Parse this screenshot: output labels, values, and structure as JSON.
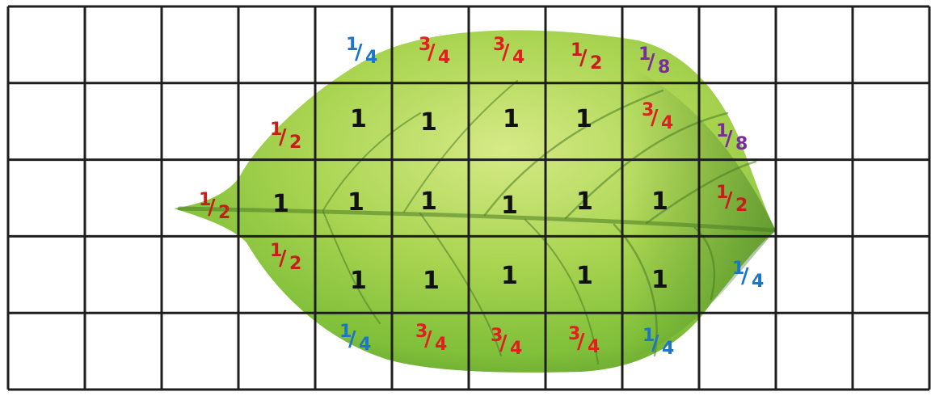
{
  "colors": {
    "background": "#ffffff",
    "grid_line": "#1e1e1e",
    "leaf_light": "#c9e27a",
    "leaf_mid": "#8cc63a",
    "leaf_dark": "#4f8a2a",
    "vein": "#3f6b22",
    "whole_label": "#111111",
    "quarter_label": "#1b75c8",
    "half_label": "#c41f1f",
    "three_quarter_label": "#e02020",
    "eighth_label": "#7a2b9c"
  },
  "grid": {
    "columns": 12,
    "rows": 5
  },
  "labels": [
    {
      "id": "r0c4",
      "num": "1",
      "den": "4",
      "color": "quarter_label"
    },
    {
      "id": "r0c5",
      "num": "3",
      "den": "4",
      "color": "three_quarter_label"
    },
    {
      "id": "r0c6",
      "num": "3",
      "den": "4",
      "color": "three_quarter_label"
    },
    {
      "id": "r0c7",
      "num": "1",
      "den": "2",
      "color": "half_label"
    },
    {
      "id": "r0c8",
      "num": "1",
      "den": "8",
      "color": "eighth_label"
    },
    {
      "id": "r1c3",
      "num": "1",
      "den": "2",
      "color": "half_label"
    },
    {
      "id": "r1c4",
      "num": "1",
      "den": "",
      "color": "whole_label"
    },
    {
      "id": "r1c5",
      "num": "1",
      "den": "",
      "color": "whole_label"
    },
    {
      "id": "r1c6",
      "num": "1",
      "den": "",
      "color": "whole_label"
    },
    {
      "id": "r1c7",
      "num": "1",
      "den": "",
      "color": "whole_label"
    },
    {
      "id": "r1c8",
      "num": "3",
      "den": "4",
      "color": "three_quarter_label"
    },
    {
      "id": "r1c9",
      "num": "1",
      "den": "8",
      "color": "eighth_label"
    },
    {
      "id": "r2c2",
      "num": "1",
      "den": "2",
      "color": "half_label"
    },
    {
      "id": "r2c3",
      "num": "1",
      "den": "",
      "color": "whole_label"
    },
    {
      "id": "r2c4",
      "num": "1",
      "den": "",
      "color": "whole_label"
    },
    {
      "id": "r2c5",
      "num": "1",
      "den": "",
      "color": "whole_label"
    },
    {
      "id": "r2c6",
      "num": "1",
      "den": "",
      "color": "whole_label"
    },
    {
      "id": "r2c7",
      "num": "1",
      "den": "",
      "color": "whole_label"
    },
    {
      "id": "r2c8",
      "num": "1",
      "den": "",
      "color": "whole_label"
    },
    {
      "id": "r2c9",
      "num": "1",
      "den": "2",
      "color": "half_label"
    },
    {
      "id": "r3c3",
      "num": "1",
      "den": "2",
      "color": "half_label"
    },
    {
      "id": "r3c4",
      "num": "1",
      "den": "",
      "color": "whole_label"
    },
    {
      "id": "r3c5",
      "num": "1",
      "den": "",
      "color": "whole_label"
    },
    {
      "id": "r3c6",
      "num": "1",
      "den": "",
      "color": "whole_label"
    },
    {
      "id": "r3c7",
      "num": "1",
      "den": "",
      "color": "whole_label"
    },
    {
      "id": "r3c8",
      "num": "1",
      "den": "",
      "color": "whole_label"
    },
    {
      "id": "r3c9",
      "num": "1",
      "den": "4",
      "color": "quarter_label"
    },
    {
      "id": "r4c4",
      "num": "1",
      "den": "4",
      "color": "quarter_label"
    },
    {
      "id": "r4c5",
      "num": "3",
      "den": "4",
      "color": "three_quarter_label"
    },
    {
      "id": "r4c6",
      "num": "3",
      "den": "4",
      "color": "three_quarter_label"
    },
    {
      "id": "r4c7",
      "num": "3",
      "den": "4",
      "color": "three_quarter_label"
    },
    {
      "id": "r4c8",
      "num": "1",
      "den": "4",
      "color": "quarter_label"
    }
  ]
}
